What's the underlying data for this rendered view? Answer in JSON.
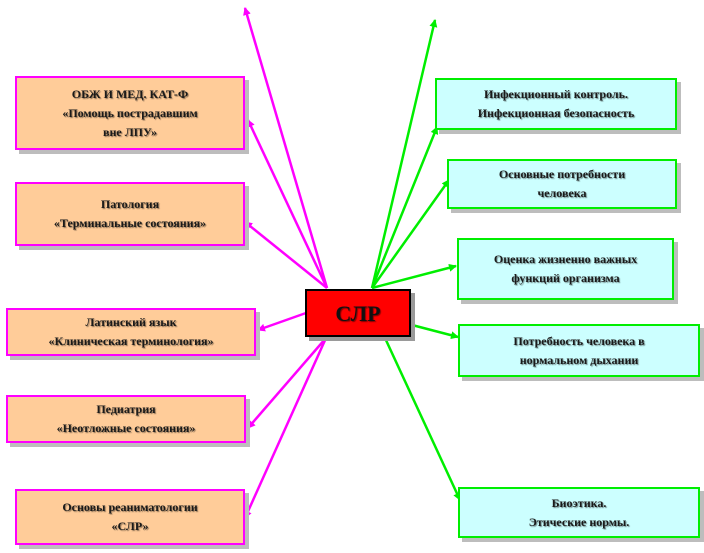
{
  "center": {
    "label": "СЛР"
  },
  "left_nodes": [
    {
      "label": "ОБЖ И МЕД. КАТ-Ф\n«Помощь пострадавшим\nвне ЛПУ»"
    },
    {
      "label": "Патология\n«Терминальные состояния»"
    },
    {
      "label": "Латинский язык\n«Клиническая терминология»"
    },
    {
      "label": "Педиатрия\n«Неотложные состояния»"
    },
    {
      "label": "Основы реаниматологии\n«СЛР»"
    }
  ],
  "right_nodes": [
    {
      "label": "Инфекционный контроль.\nИнфекционная безопасность"
    },
    {
      "label": "Основные потребности\nчеловека"
    },
    {
      "label": "Оценка жизненно важных\nфункций организма"
    },
    {
      "label": "Потребность человека в\nнормальном дыхании"
    },
    {
      "label": "Биоэтика.\nЭтические нормы."
    }
  ],
  "colors": {
    "left_fill": "#ffcc99",
    "left_border_and_arrows": "#ff00ff",
    "right_fill": "#ccffff",
    "right_border_and_arrows": "#00ee00",
    "center_fill": "#ff0000"
  }
}
